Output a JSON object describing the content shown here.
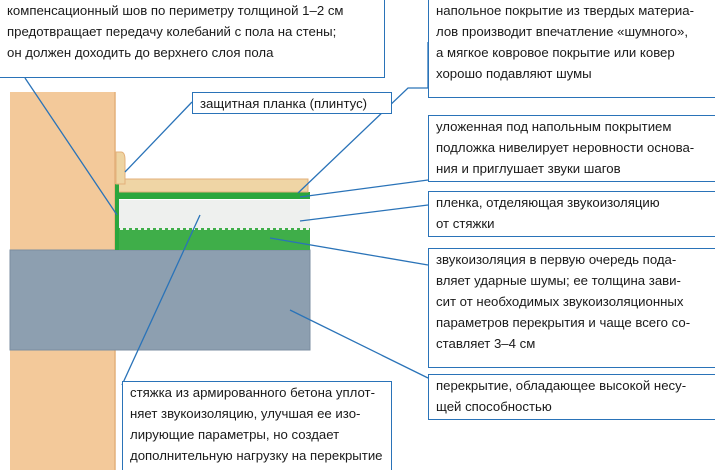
{
  "colors": {
    "wall": "#f3c99a",
    "wall_edge": "#e3b07a",
    "slab": "#8d9fb0",
    "slab_edge": "#7b8ea0",
    "screed": "#eef0ee",
    "insulation": "#3fae49",
    "film": "#2aa63d",
    "parquet": "#efd5a5",
    "baseboard": "#eed4a2",
    "leader": "#2a73b8",
    "box_border": "#2a73b8"
  },
  "annotations": {
    "expansion_joint": "компенсационный шов по периметру толщиной 1–2 см\nпредотвращает передачу колебаний с пола на стены;\nон должен доходить до верхнего слоя пола",
    "baseboard": "защитная планка (плинтус)",
    "hard_floor": "напольное покрытие из твердых материа-\nлов производит впечатление «шумного»,\nа мягкое ковровое покрытие или ковер\nхорошо подавляют шумы",
    "underlay": "уложенная под напольным покрытием\nподложка нивелирует неровности основа-\nния и приглушает звуки шагов",
    "film": "пленка, отделяющая звукоизоляцию\nот стяжки",
    "sound_insulation": "звукоизоляция в первую очередь пода-\nвляет ударные шумы; ее толщина зави-\nсит от необходимых звукоизоляционных\nпараметров перекрытия и чаще всего со-\nставляет 3–4 см",
    "floor_slab": "перекрытие, обладающее высокой несу-\nщей способностью",
    "screed": "стяжка из армированного бетона уплот-\nняет звукоизоляцию, улучшая ее изо-\nлирующие параметры, но создает\nдополнительную нагрузку на перекрытие"
  }
}
